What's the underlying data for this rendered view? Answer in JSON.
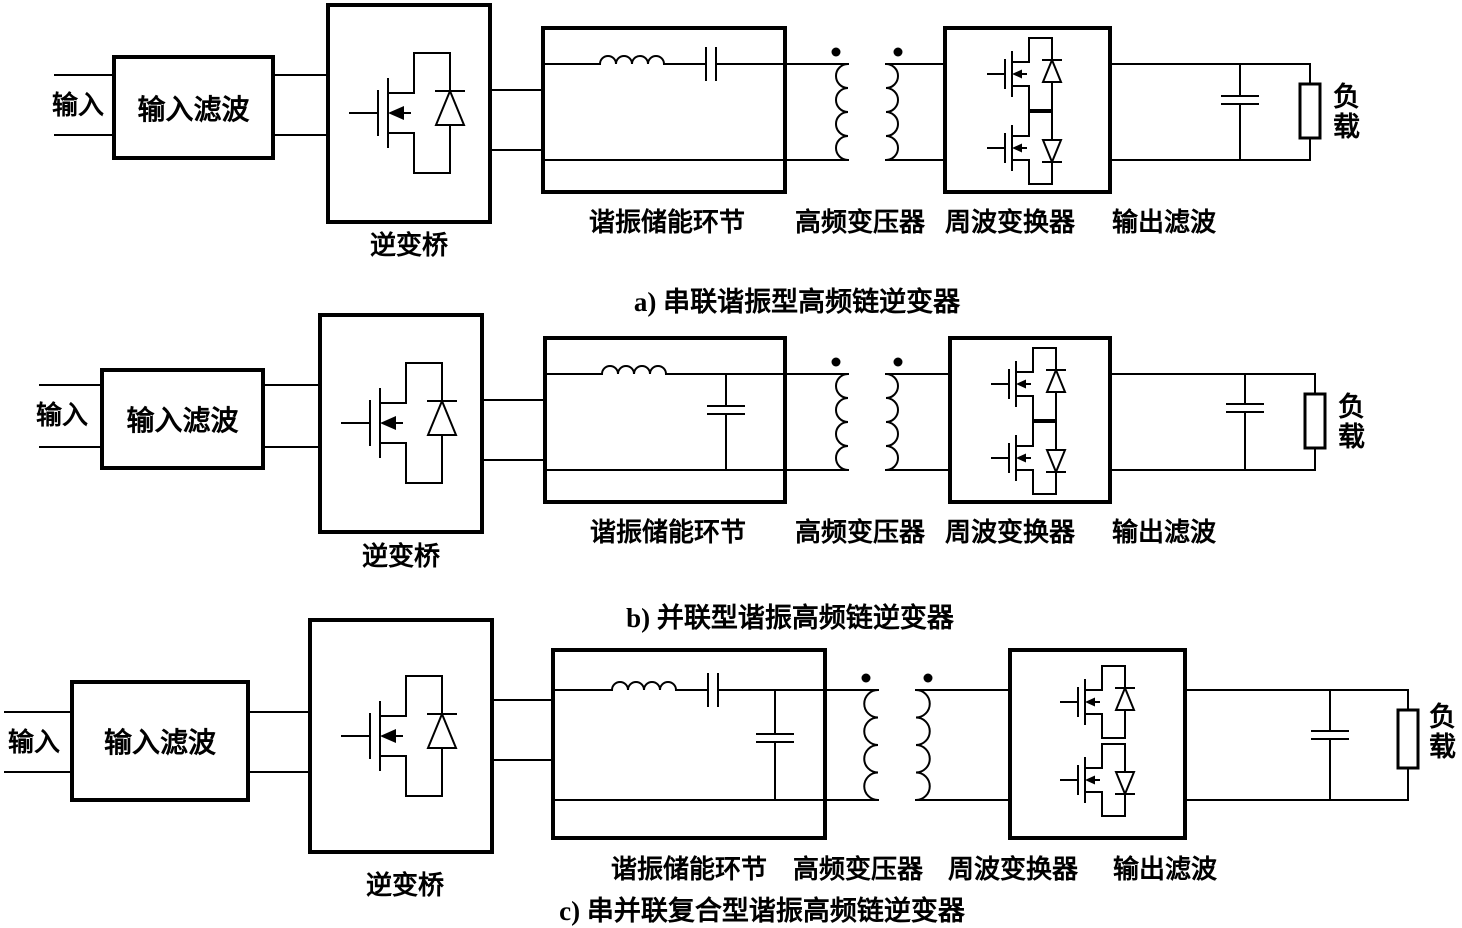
{
  "figure": {
    "rows": [
      {
        "id": "a",
        "input_label": "输入",
        "input_filter_label": "输入滤波",
        "inverter_bridge_label": "逆变桥",
        "resonant_tank_label": "谐振储能环节",
        "transformer_label": "高频变压器",
        "cycloconverter_label": "周波变换器",
        "output_filter_label": "输出滤波",
        "load_label": "负载",
        "caption": "a) 串联谐振型高频链逆变器"
      },
      {
        "id": "b",
        "input_label": "输入",
        "input_filter_label": "输入滤波",
        "inverter_bridge_label": "逆变桥",
        "resonant_tank_label": "谐振储能环节",
        "transformer_label": "高频变压器",
        "cycloconverter_label": "周波变换器",
        "output_filter_label": "输出滤波",
        "load_label": "负载",
        "caption": "b) 并联型谐振高频链逆变器"
      },
      {
        "id": "c",
        "input_label": "输入",
        "input_filter_label": "输入滤波",
        "inverter_bridge_label": "逆变桥",
        "resonant_tank_label": "谐振储能环节",
        "transformer_label": "高频变压器",
        "cycloconverter_label": "周波变换器",
        "output_filter_label": "输出滤波",
        "load_label": "负载",
        "caption": "c) 串并联复合型谐振高频链逆变器"
      }
    ],
    "colors": {
      "ink": "#000000",
      "background": "#ffffff"
    }
  }
}
